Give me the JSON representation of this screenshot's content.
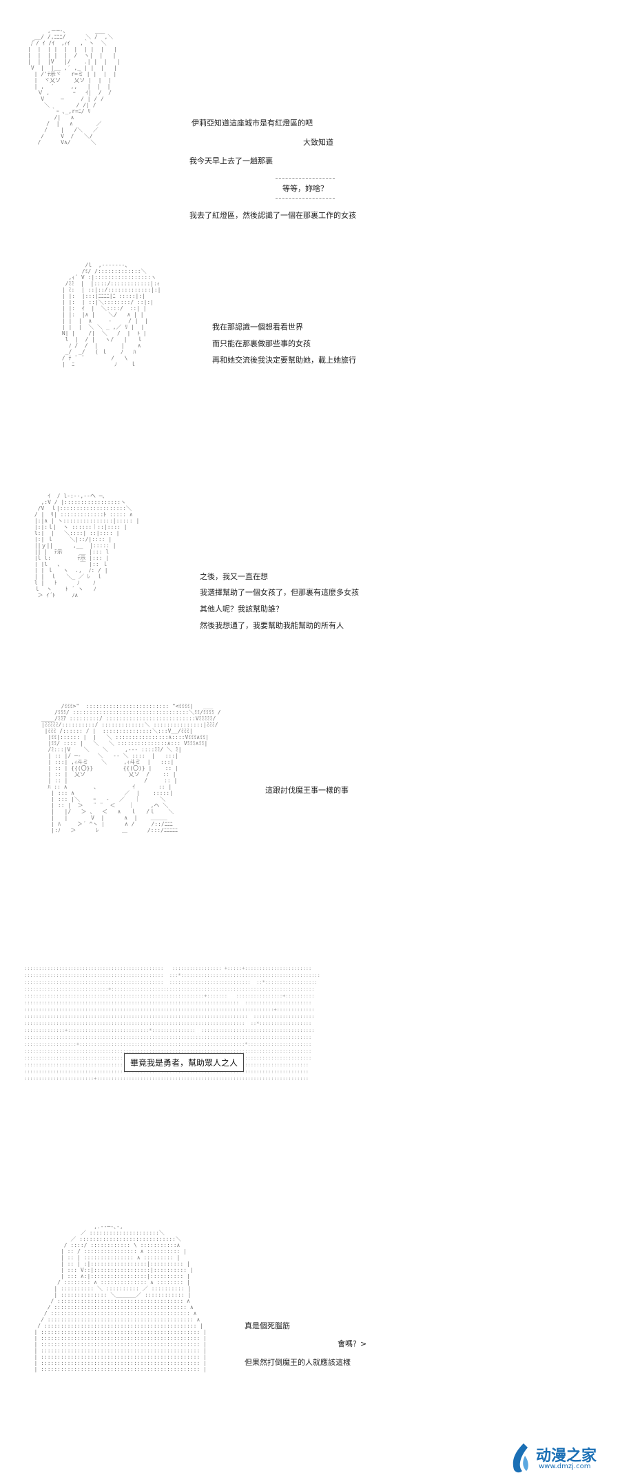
{
  "panels": [
    {
      "lines": [
        "伊莉亞知道這座城市是有紅燈區的吧",
        "大致知道",
        "我今天早上去了一趟那裏",
        "我去了紅燈區，然後認識了一個在那裏工作的女孩"
      ],
      "bubble": "等等，妳啥？"
    },
    {
      "lines": [
        "我在那認識一個想看看世界",
        "而只能在那裏做那些事的女孩",
        "再和她交流後我決定要幫助她，載上她旅行"
      ]
    },
    {
      "lines": [
        "之後，我又一直在想",
        "我選擇幫助了一個女孩了，但那裏有這麼多女孩",
        "其他人呢？我該幫助誰？",
        "然後我想通了，我要幫助我能幫助的所有人"
      ]
    },
    {
      "lines": [
        "這跟討伐魔王事一樣的事"
      ]
    },
    {
      "boxed": "畢竟我是勇者，幫助眾人之人"
    },
    {
      "lines": [
        "真是個死腦筋",
        "會嗎？>",
        "但果然打倒魔王的人就應該這樣"
      ]
    }
  ],
  "logo": {
    "name": "动漫之家",
    "url": "www.dmzj.com",
    "color": "#1a6fb5"
  }
}
